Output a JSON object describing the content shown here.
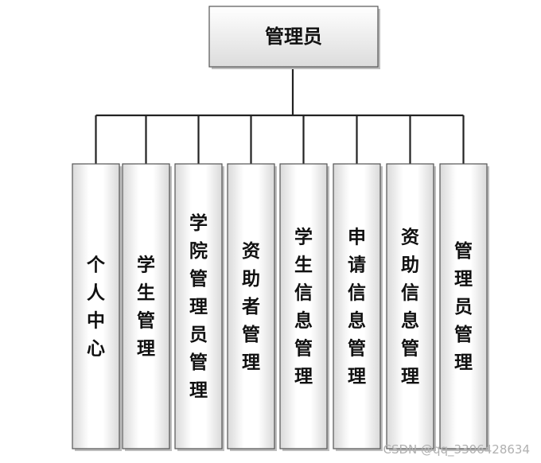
{
  "root": {
    "label": "管理员"
  },
  "modules": [
    {
      "label": "个人中心"
    },
    {
      "label": "学生管理"
    },
    {
      "label": "学院管理员管理"
    },
    {
      "label": "资助者管理"
    },
    {
      "label": "学生信息管理"
    },
    {
      "label": "申请信息管理"
    },
    {
      "label": "资助信息管理"
    },
    {
      "label": "管理员管理"
    }
  ],
  "watermark": "CSDN @qq_3306428634"
}
